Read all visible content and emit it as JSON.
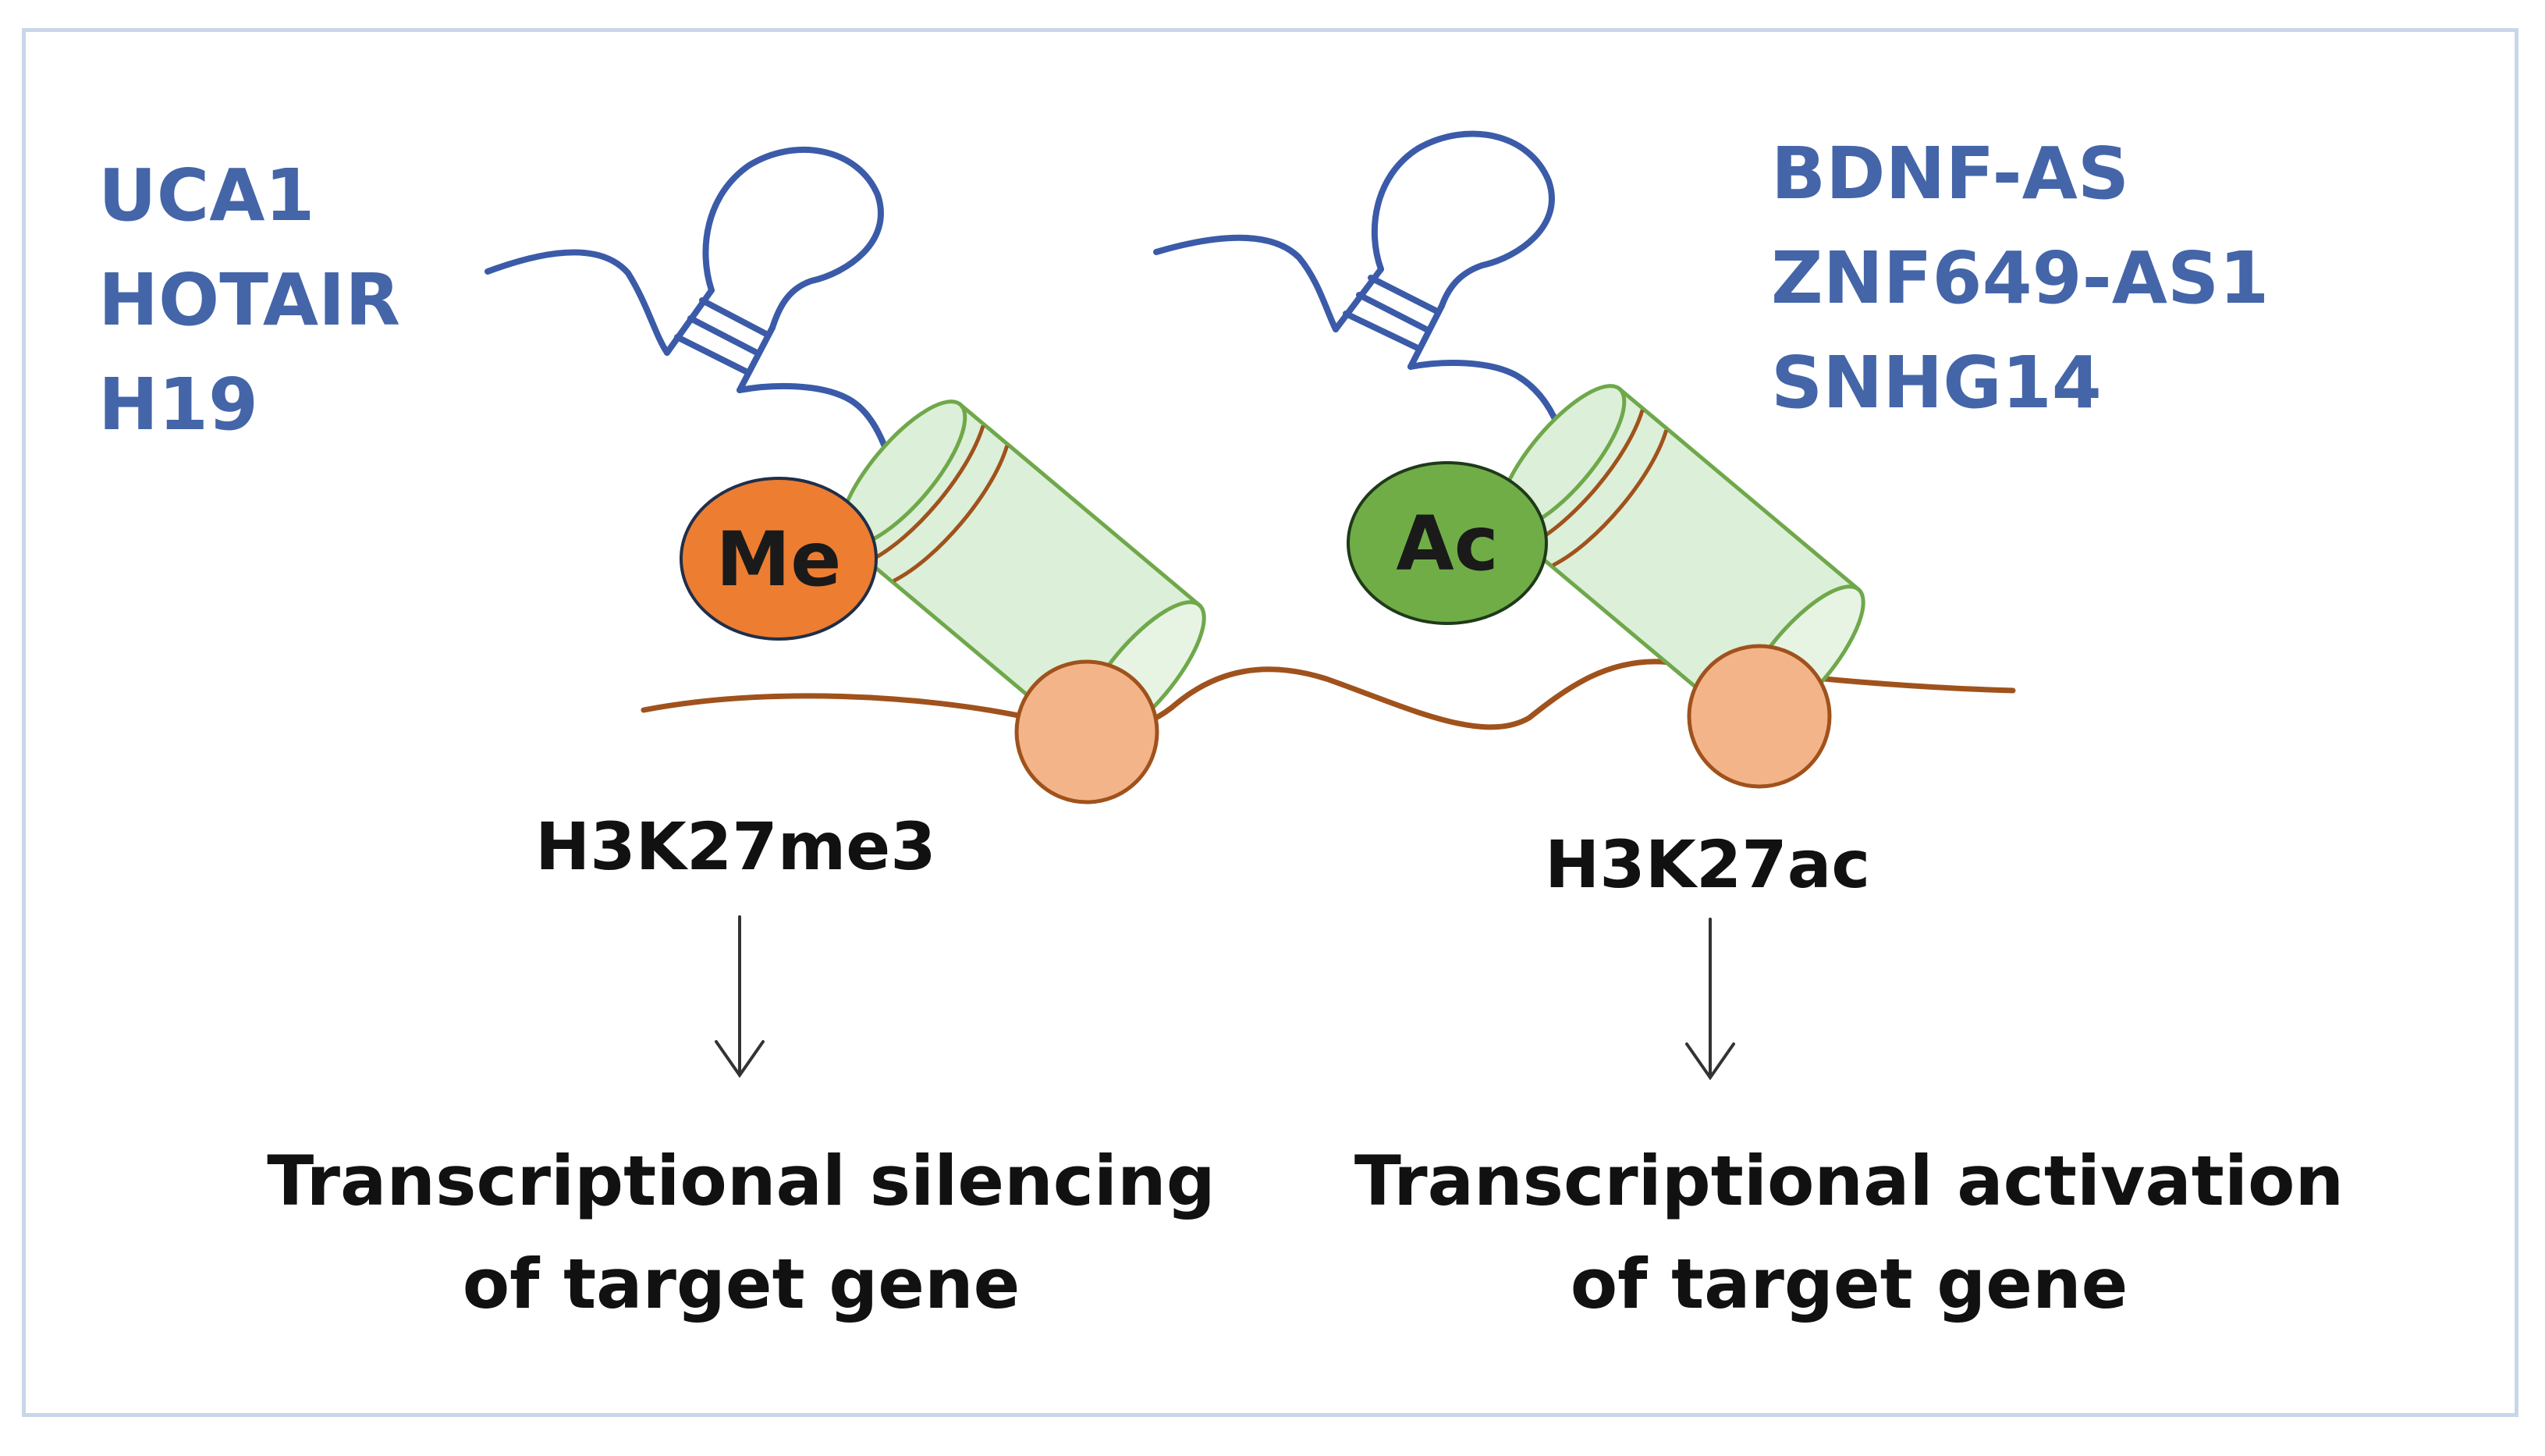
{
  "lncrnas": {
    "left": [
      "UCA1",
      "HOTAIR",
      "H19"
    ],
    "right": [
      "BDNF-AS",
      "ZNF649-AS1",
      "SNHG14"
    ]
  },
  "modifications": {
    "left": {
      "symbol": "Me",
      "mark": "H3K27me3"
    },
    "right": {
      "symbol": "Ac",
      "mark": "H3K27ac"
    }
  },
  "outcomes": {
    "left": {
      "line1": "Transcriptional  silencing",
      "line2": "of target gene"
    },
    "right": {
      "line1": "Transcriptional  activation",
      "line2": "of target gene"
    }
  },
  "colors": {
    "rna": "#3b5ba9",
    "dna": "#a0521c",
    "histone_fill": "#dcefd8",
    "histone_stroke": "#6fa84a",
    "nucleosome_core": "#f4b48a",
    "methyl": "#ed7d31",
    "acetyl": "#70ad47",
    "lncrna_text": "#4465a8",
    "frame": "#c9d6ea"
  }
}
